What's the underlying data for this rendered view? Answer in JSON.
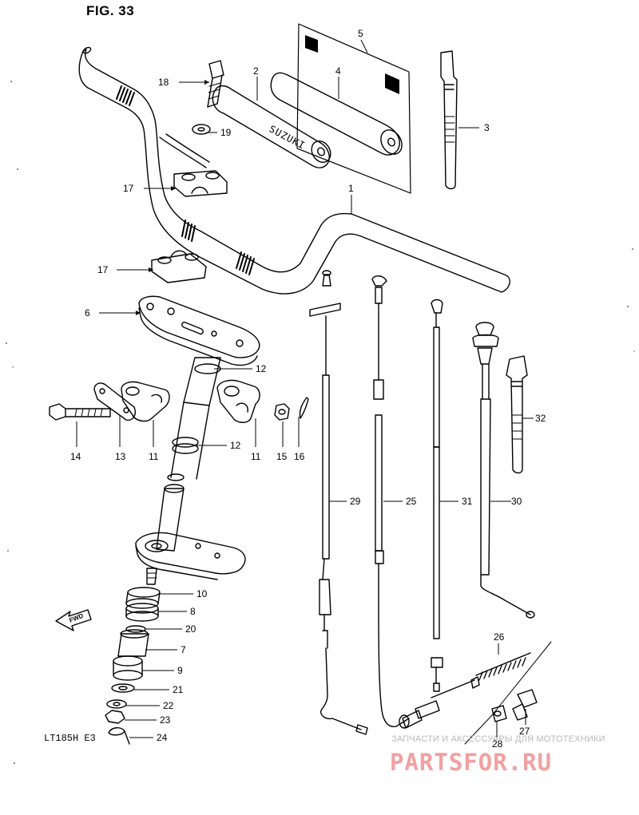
{
  "figure": {
    "title": "FIG. 33",
    "model_code": "LT185H E3"
  },
  "brand_marking": "SUZUKI",
  "fwd_arrow_label": "FWD",
  "watermark": {
    "subtitle": "ЗАПЧАСТИ И АКСЕССУАРЫ ДЛЯ МОТОТЕХНИКИ",
    "logo": "PARTSFOR.RU",
    "color": "#f2a0a0"
  },
  "callouts": [
    "1",
    "2",
    "3",
    "4",
    "5",
    "6",
    "7",
    "8",
    "9",
    "10",
    "11",
    "11",
    "12",
    "12",
    "13",
    "14",
    "15",
    "16",
    "17",
    "17",
    "18",
    "19",
    "20",
    "21",
    "22",
    "23",
    "24",
    "25",
    "26",
    "27",
    "28",
    "29",
    "30",
    "31",
    "32"
  ]
}
